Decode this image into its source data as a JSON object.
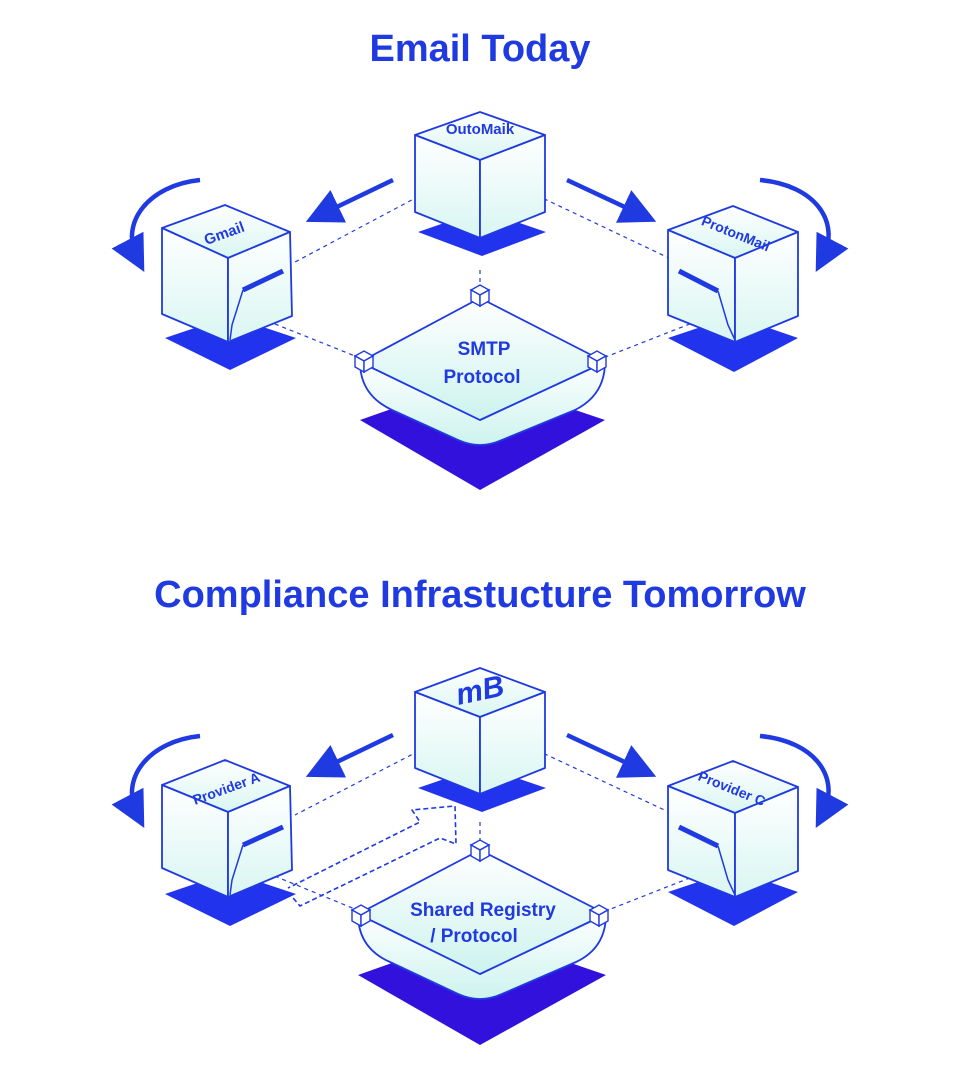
{
  "colors": {
    "primary": "#1f3ae0",
    "base_blue": "#2233ee",
    "base_indigo": "#3311dd",
    "cube_fill_top": "#ffffff",
    "cube_fill_bottom": "#d9f6f2",
    "background": "#ffffff"
  },
  "diagrams": [
    {
      "title": "Email Today",
      "top_node": "OutoMaik",
      "left_node": "Gmail",
      "right_node": "ProtonMail",
      "center_node": [
        "SMTP",
        "Protocol"
      ]
    },
    {
      "title": "Compliance Infrastucture Tomorrow",
      "top_node": "mB",
      "left_node": "Provider A",
      "right_node": "Provider C",
      "center_node": [
        "Shared Registry",
        "/ Protocol"
      ]
    }
  ]
}
